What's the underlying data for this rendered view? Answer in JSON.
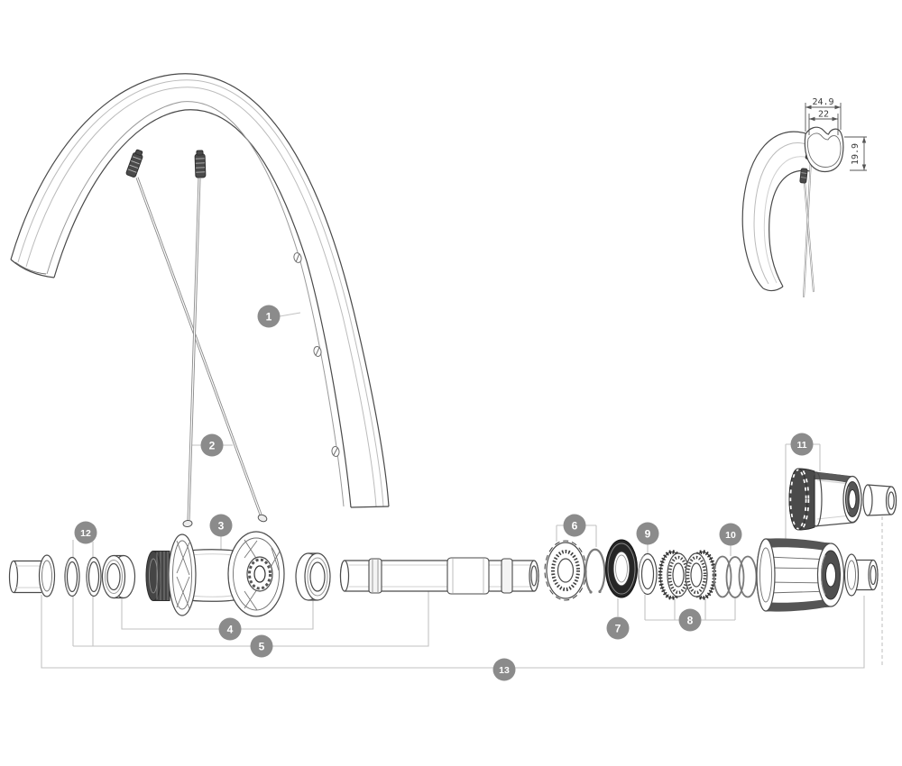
{
  "callouts": [
    {
      "number": "1"
    },
    {
      "number": "2"
    },
    {
      "number": "3"
    },
    {
      "number": "4"
    },
    {
      "number": "5"
    },
    {
      "number": "6"
    },
    {
      "number": "7"
    },
    {
      "number": "8"
    },
    {
      "number": "9"
    },
    {
      "number": "10"
    },
    {
      "number": "11"
    },
    {
      "number": "12"
    },
    {
      "number": "13"
    }
  ],
  "rim_dimensions": {
    "outer_width": "24.9",
    "inner_width": "22",
    "depth": "19.9"
  },
  "colors": {
    "background": "#ffffff",
    "callout_fill": "#8b8b8b",
    "callout_text": "#ffffff",
    "callout_line": "#c2c2c2",
    "outline_dark": "#4a4a4a",
    "outline_light": "#bcbcbc",
    "part_dark_fill": "#454545",
    "dimension_ink": "#3a3a3a"
  }
}
